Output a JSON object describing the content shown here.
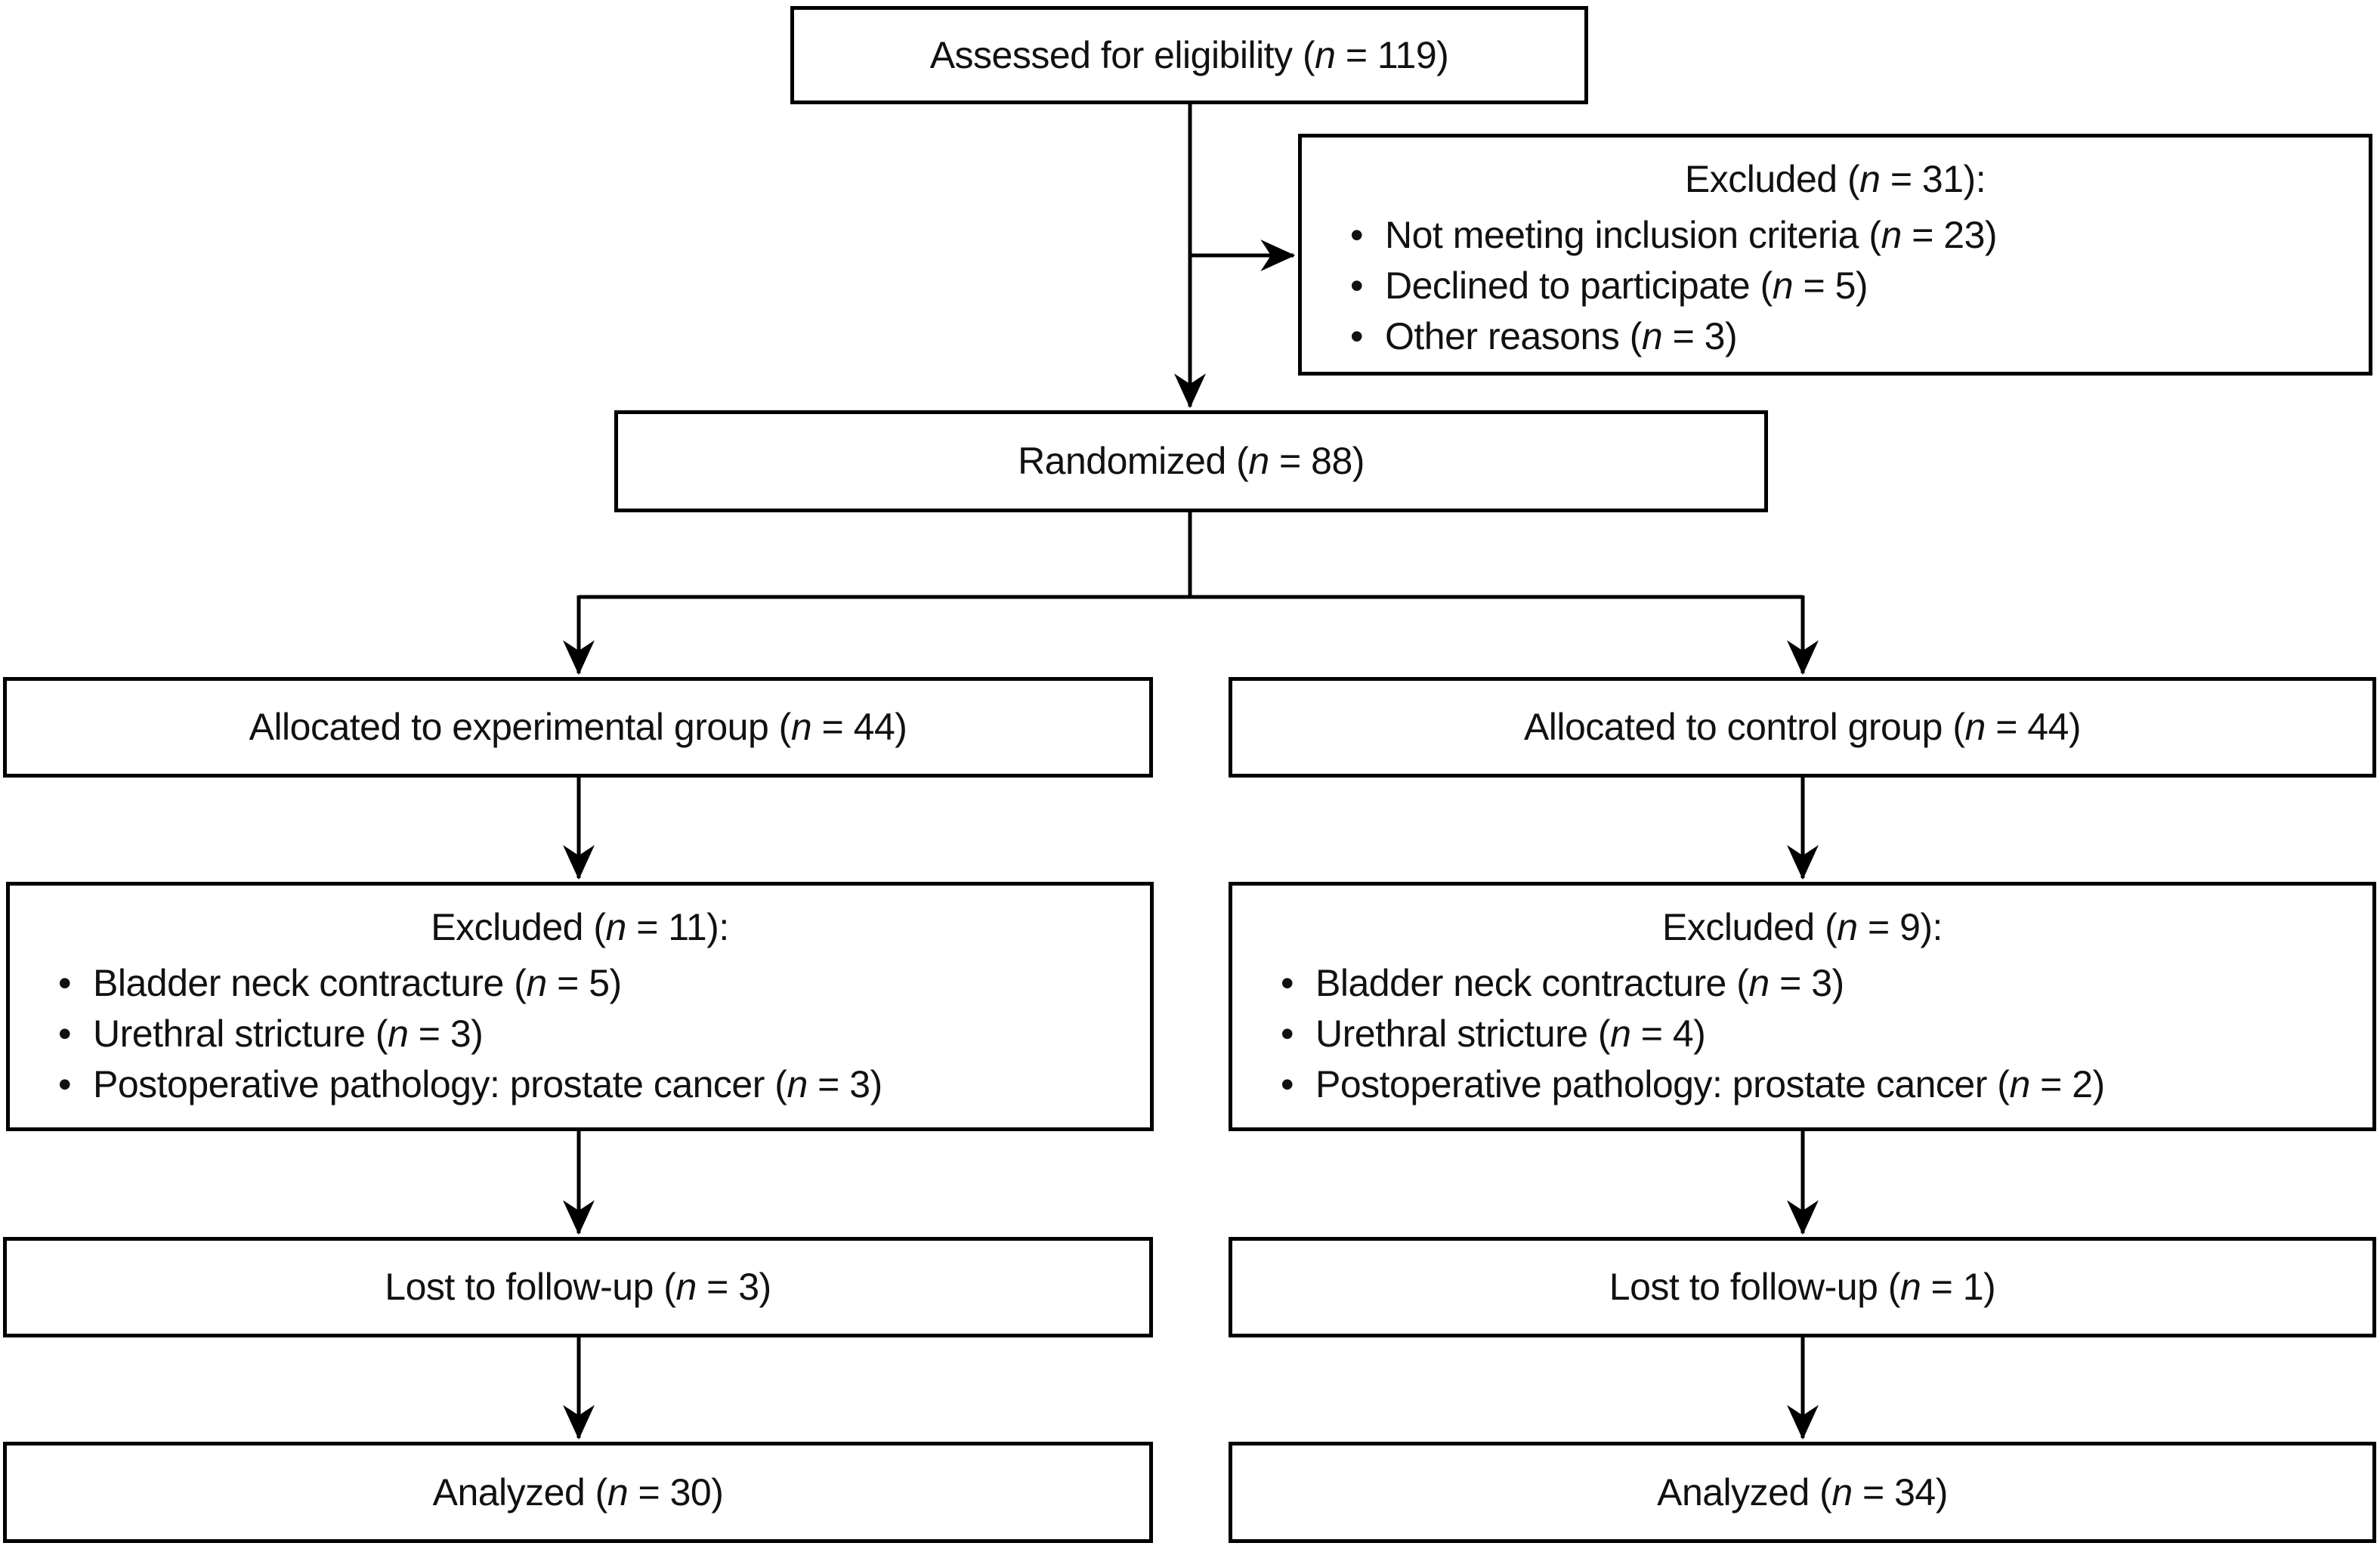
{
  "bullet_char": "•",
  "colors": {
    "line": "#000000",
    "text": "#111111",
    "background": "#ffffff"
  },
  "boxes": {
    "assessed": {
      "pre": "Assessed for eligibility (",
      "var": "n",
      "post": " = 119)"
    },
    "excluded_top": {
      "title": {
        "pre": "Excluded (",
        "var": "n",
        "post": " = 31):"
      },
      "items": [
        {
          "pre": "Not meeting inclusion criteria (",
          "var": "n",
          "post": " = 23)"
        },
        {
          "pre": "Declined to participate (",
          "var": "n",
          "post": " = 5)"
        },
        {
          "pre": "Other reasons (",
          "var": "n",
          "post": " = 3)"
        }
      ]
    },
    "randomized": {
      "pre": "Randomized (",
      "var": "n",
      "post": " = 88)"
    },
    "allocated_left": {
      "pre": "Allocated to experimental group (",
      "var": "n",
      "post": " = 44)"
    },
    "allocated_right": {
      "pre": "Allocated to control group (",
      "var": "n",
      "post": " = 44)"
    },
    "excluded_left": {
      "title": {
        "pre": "Excluded (",
        "var": "n",
        "post": " = 11):"
      },
      "items": [
        {
          "pre": "Bladder neck contracture (",
          "var": "n",
          "post": " = 5)"
        },
        {
          "pre": "Urethral stricture (",
          "var": "n",
          "post": " = 3)"
        },
        {
          "pre": "Postoperative pathology: prostate cancer (",
          "var": "n",
          "post": " = 3)"
        }
      ]
    },
    "excluded_right": {
      "title": {
        "pre": "Excluded (",
        "var": "n",
        "post": " = 9):"
      },
      "items": [
        {
          "pre": "Bladder neck contracture (",
          "var": "n",
          "post": " = 3)"
        },
        {
          "pre": "Urethral stricture (",
          "var": "n",
          "post": " = 4)"
        },
        {
          "pre": "Postoperative pathology: prostate cancer (",
          "var": "n",
          "post": " = 2)"
        }
      ]
    },
    "lost_left": {
      "pre": "Lost to follow-up (",
      "var": "n",
      "post": " = 3)"
    },
    "lost_right": {
      "pre": "Lost to follow-up (",
      "var": "n",
      "post": " = 1)"
    },
    "analyzed_left": {
      "pre": "Analyzed (",
      "var": "n",
      "post": " = 30)"
    },
    "analyzed_right": {
      "pre": "Analyzed (",
      "var": "n",
      "post": " = 34)"
    }
  }
}
